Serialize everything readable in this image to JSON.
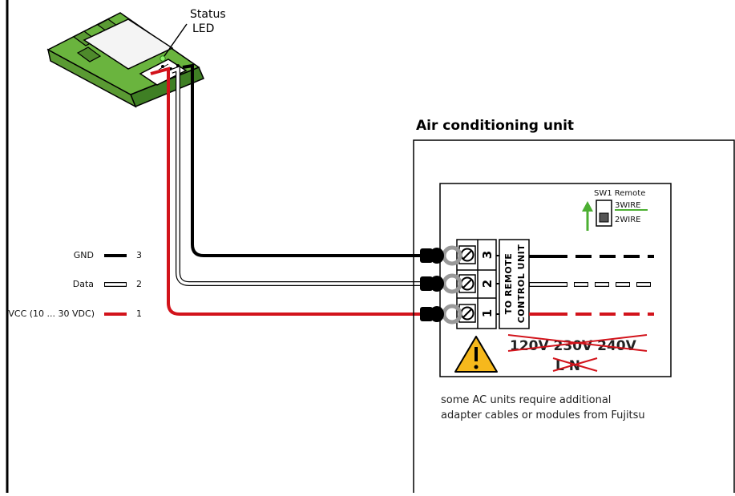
{
  "status_led": {
    "line1": "Status",
    "line2": "LED"
  },
  "legend": [
    {
      "label": "GND",
      "num": "3",
      "color": "#000000",
      "style": "solid"
    },
    {
      "label": "Data",
      "num": "2",
      "color": "#ffffff",
      "style": "double"
    },
    {
      "label": "VCC (10 ... 30 VDC)",
      "num": "1",
      "color": "#d2131b",
      "style": "solid"
    }
  ],
  "ac_unit": {
    "title": "Air conditioning unit",
    "switch": {
      "label": "SW1 Remote",
      "option_3wire": "3WIRE",
      "option_2wire": "2WIRE"
    },
    "terminal": {
      "label_line1": "TO REMOTE",
      "label_line2": "CONTROL UNIT",
      "pins": [
        "3",
        "2",
        "1"
      ]
    },
    "warning_voltages": "120V 230V 240V",
    "warning_ln": "L N",
    "note_line1": "some AC units require additional",
    "note_line2": "adapter cables or modules from Fujitsu"
  },
  "colors": {
    "green_device": "#6ab43e",
    "green_dark": "#3d7a22",
    "wire_red": "#d2131b",
    "wire_black": "#000000",
    "warning_yellow": "#f6b81c",
    "switch_green": "#4caf32"
  }
}
